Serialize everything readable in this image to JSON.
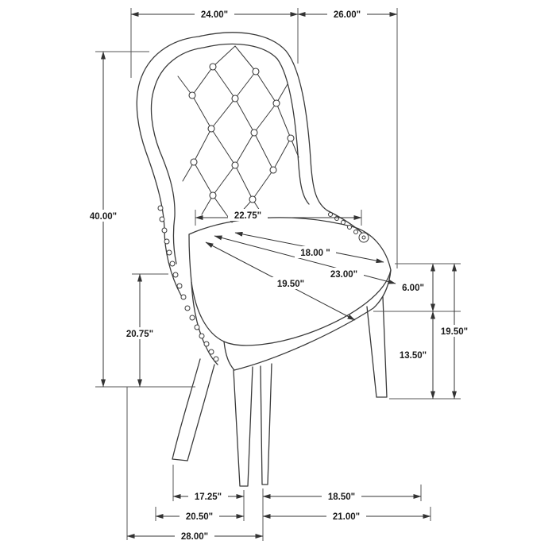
{
  "dimensions": {
    "top_span_left": "24.00\"",
    "top_span_right": "26.00\"",
    "left_vertical_outer": "40.00\"",
    "left_vertical_inner": "20.75\"",
    "seat_back_horizontal": "22.75\"",
    "seat_diagonal_1": "18.00 \"",
    "seat_diagonal_2": "23.00\"",
    "seat_diagonal_3": "19.50\"",
    "right_vertical_top": "6.00\"",
    "right_vertical_bottom": "13.50\"",
    "right_vertical_outer": "19.50\"",
    "bottom_row1_left": "17.25\"",
    "bottom_row1_right": "18.50\"",
    "bottom_row2_left": "20.50\"",
    "bottom_row2_right": "21.00\"",
    "bottom_row3": "28.00\""
  },
  "colors": {
    "background": "#ffffff",
    "chair_line": "#3a3a3a",
    "dimension_line": "#333333",
    "label_text": "#1a1a1a"
  }
}
